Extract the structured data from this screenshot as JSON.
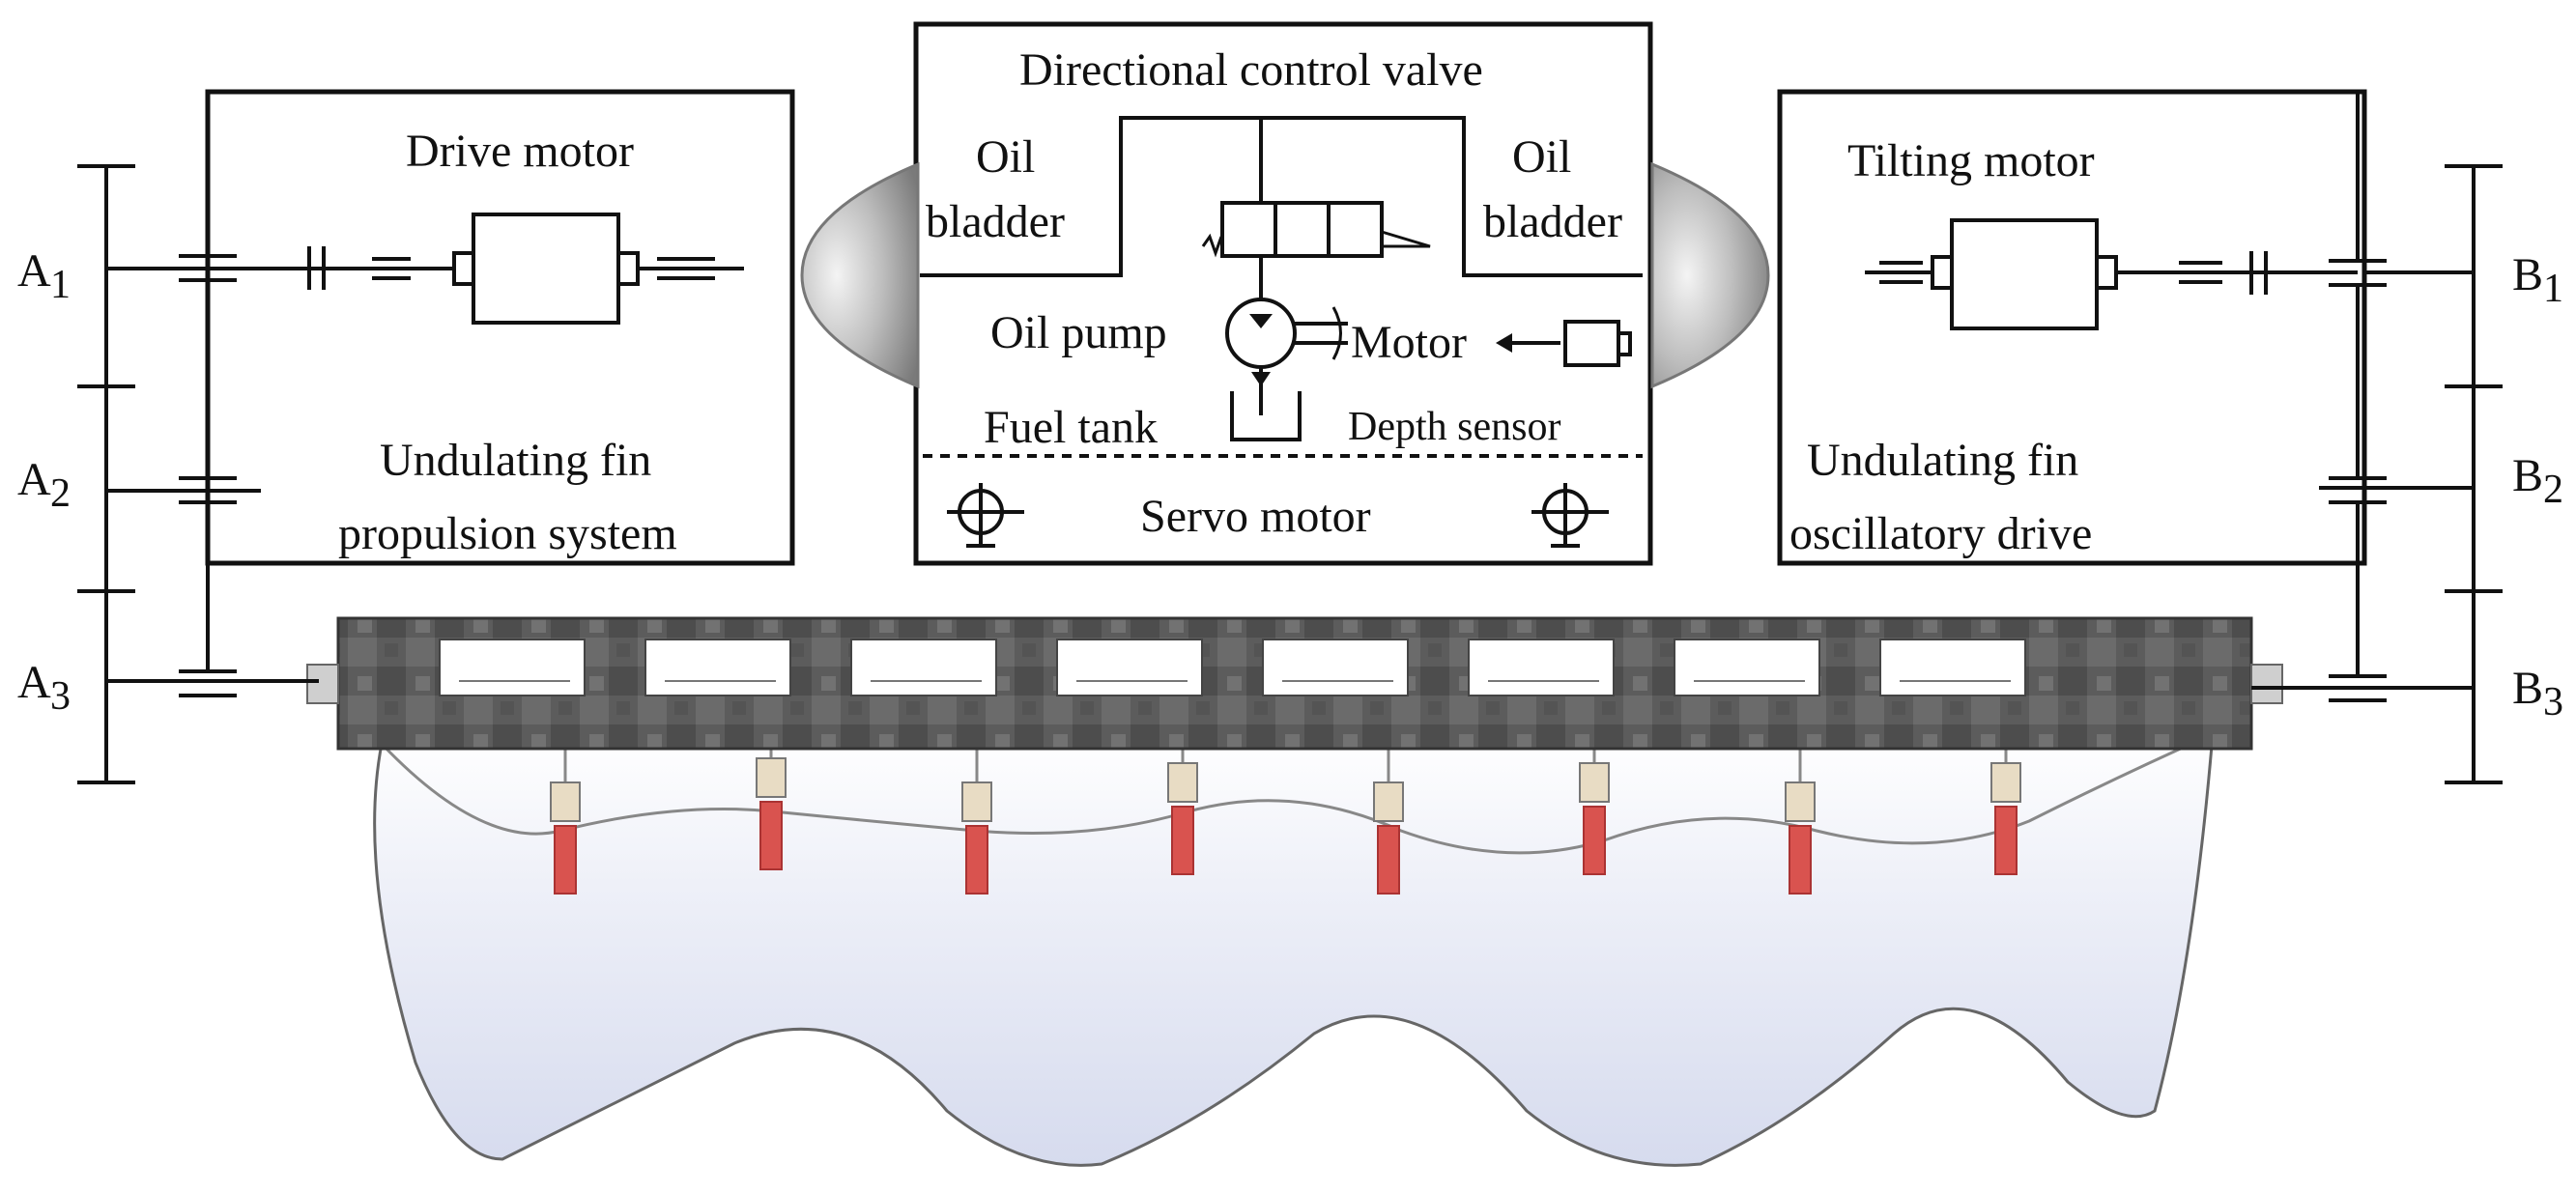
{
  "left_panel": {
    "drive_motor": "Drive motor",
    "system_line1": "Undulating fin",
    "system_line2": "propulsion system",
    "gears": [
      "A",
      "A",
      "A"
    ],
    "gear_subs": [
      "1",
      "2",
      "3"
    ]
  },
  "center_panel": {
    "valve": "Directional control valve",
    "oil_left_1": "Oil",
    "oil_left_2": "bladder",
    "oil_right_1": "Oil",
    "oil_right_2": "bladder",
    "oil_pump": "Oil pump",
    "motor": "Motor",
    "fuel_tank": "Fuel tank",
    "depth_sensor": "Depth sensor",
    "servo_motor": "Servo motor"
  },
  "right_panel": {
    "tilting_motor": "Tilting motor",
    "system_line1": "Undulating fin",
    "system_line2": "oscillatory drive",
    "gears": [
      "B",
      "B",
      "B"
    ],
    "gear_subs": [
      "1",
      "2",
      "3"
    ]
  },
  "colors": {
    "frame": "#5a5a5a",
    "frame_dark": "#3e3e3e",
    "fin": "#dfe3f2",
    "fin_ray": "#d9534f",
    "bladder": "#9a9a9a"
  }
}
